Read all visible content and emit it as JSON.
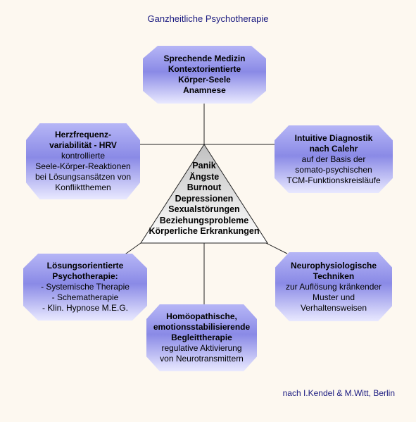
{
  "title": "Ganzheitliche Psychotherapie",
  "credit": "nach I.Kendel & M.Witt, Berlin",
  "colors": {
    "background": "#fdf8f0",
    "title_text": "#1a1a80",
    "box_top": "#b6b6f6",
    "box_mid": "#8a8ae6",
    "box_bottom": "#e9e9ff",
    "triangle_top": "#c0c0c0",
    "triangle_bottom": "#ffffff"
  },
  "center": {
    "lines": [
      "Panik",
      "Ängste",
      "Burnout",
      "Depressionen",
      "Sexualstörungen",
      "Beziehungsprobleme",
      "Körperliche Erkrankungen"
    ]
  },
  "boxes": {
    "top": {
      "bold": [
        "Sprechende Medizin",
        "Kontextorientierte",
        "Körper-Seele",
        "Anamnese"
      ],
      "normal": []
    },
    "left_upper": {
      "bold": [
        "Herzfrequenz-",
        "variabilität - HRV"
      ],
      "normal": [
        "kontrollierte",
        "Seele-Körper-Reaktionen",
        "bei Lösungsansätzen von",
        "Konfliktthemen"
      ]
    },
    "right_upper": {
      "bold": [
        "Intuitive Diagnostik",
        "nach Calehr"
      ],
      "normal": [
        "auf der Basis der",
        "somato-psychischen",
        "TCM-Funktionskreisläufe"
      ]
    },
    "left_lower": {
      "bold": [
        "Lösungsorientierte",
        "Psychotherapie:"
      ],
      "normal": [
        "- Systemische Therapie",
        "- Schematherapie",
        "- Klin. Hypnose M.E.G."
      ]
    },
    "right_lower": {
      "bold": [
        "Neurophysiologische",
        "Techniken"
      ],
      "normal": [
        "zur Auflösung kränkender",
        "Muster und",
        "Verhaltensweisen"
      ]
    },
    "bottom": {
      "bold": [
        "Homöopathische,",
        "emotionsstabilisierende",
        "Begleittherapie"
      ],
      "normal": [
        "regulative Aktivierung",
        "von Neurotransmittern"
      ]
    }
  }
}
